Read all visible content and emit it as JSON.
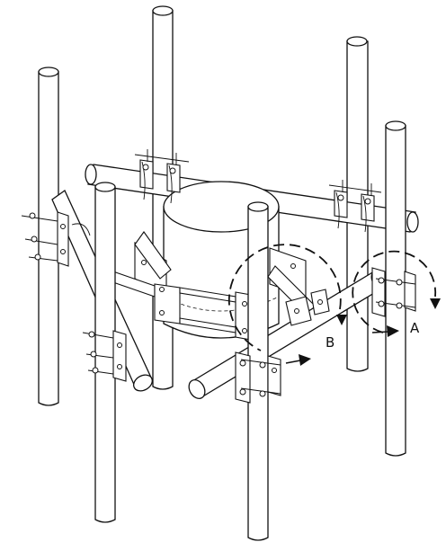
{
  "figure": {
    "callouts": [
      {
        "id": "A",
        "text": "A"
      },
      {
        "id": "B",
        "text": "B"
      }
    ]
  },
  "colors": {
    "line": "#111111",
    "background": "#ffffff"
  }
}
